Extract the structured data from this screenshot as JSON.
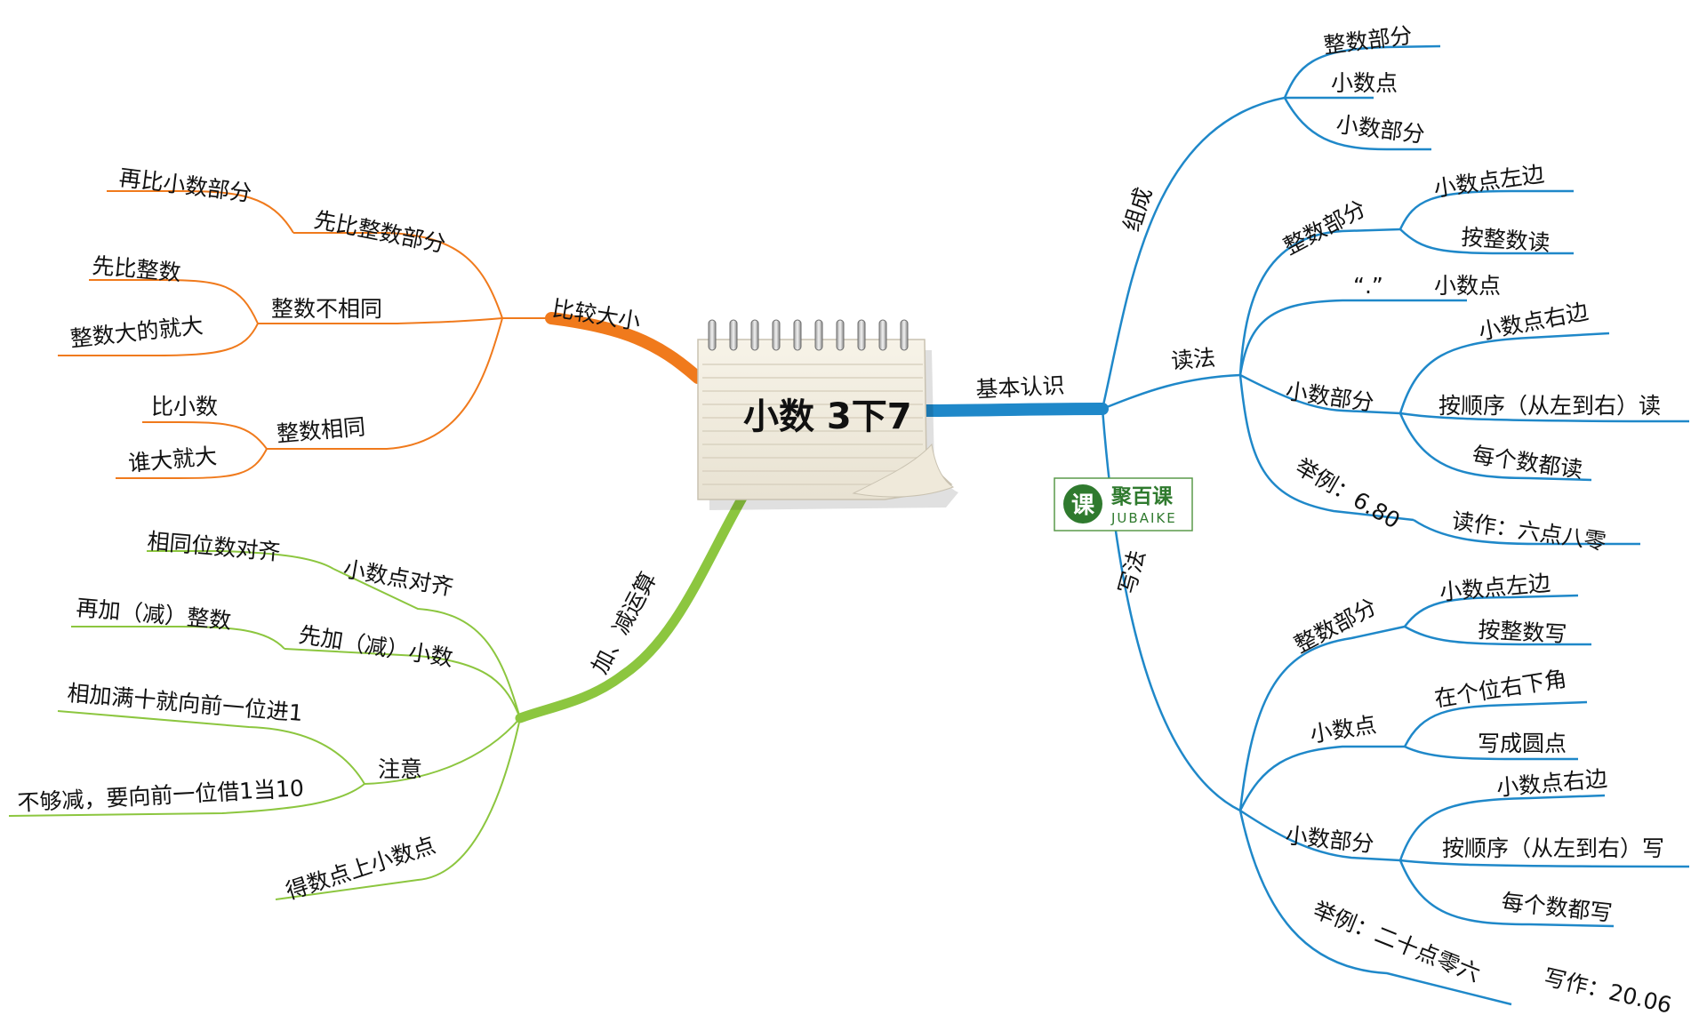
{
  "center": {
    "title": "小数 3下7"
  },
  "logo": {
    "mark": "课",
    "name": "聚百课",
    "name_en": "JUBAIKE"
  },
  "colors": {
    "blue": "#1f88c9",
    "orange": "#f07a1c",
    "green": "#8cc63f"
  },
  "compare": {
    "label": "比较大小",
    "first_integer": "先比整数部分",
    "then_decimal": "再比小数部分",
    "int_diff": "整数不相同",
    "int_diff_first": "先比整数",
    "int_diff_bigger": "整数大的就大",
    "int_same": "整数相同",
    "int_same_compare": "比小数",
    "int_same_bigger": "谁大就大"
  },
  "addsub": {
    "label": "加、减运算",
    "align_point": "小数点对齐",
    "same_digit_align": "相同位数对齐",
    "first_decimal": "先加（减）小数",
    "then_integer": "再加（减）整数",
    "notice": "注意",
    "carry": "相加满十就向前一位进1",
    "borrow": "不够减，要向前一位借1当10",
    "result_point": "得数点上小数点"
  },
  "basic": {
    "label": "基本认识",
    "composition": {
      "label": "组成",
      "items": [
        "整数部分",
        "小数点",
        "小数部分"
      ]
    },
    "reading": {
      "label": "读法",
      "int_part": "整数部分",
      "int_left": "小数点左边",
      "int_read": "按整数读",
      "dot_symbol": "“.”",
      "dot_name": "小数点",
      "dec_part": "小数部分",
      "dec_right": "小数点右边",
      "dec_order": "按顺序（从左到右）读",
      "dec_each": "每个数都读",
      "example": "举例：6.80",
      "example_read": "读作：六点八零"
    },
    "writing": {
      "label": "写法",
      "int_part": "整数部分",
      "int_left": "小数点左边",
      "int_write": "按整数写",
      "dot": "小数点",
      "dot_pos": "在个位右下角",
      "dot_write": "写成圆点",
      "dec_part": "小数部分",
      "dec_right": "小数点右边",
      "dec_order": "按顺序（从左到右）写",
      "dec_each": "每个数都写",
      "example": "举例：二十点零六",
      "example_write": "写作：20.06"
    }
  }
}
